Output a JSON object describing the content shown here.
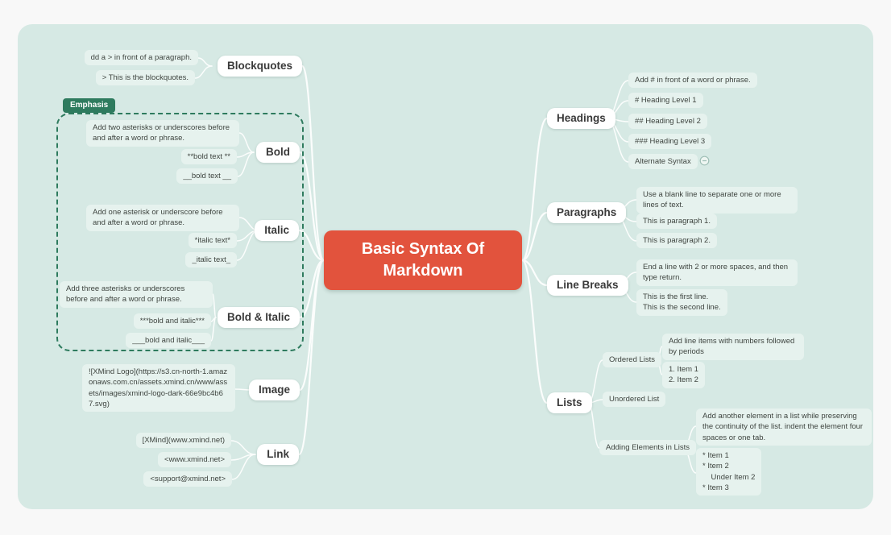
{
  "colors": {
    "page_bg": "#f8f8f8",
    "board_bg": "#d6e9e4",
    "central_bg": "#e2533d",
    "central_text": "#ffffff",
    "boundary_green": "#2e7b5e",
    "connector": "#fbfdfc"
  },
  "central": {
    "label": "Basic Syntax Of Markdown"
  },
  "emphasis": {
    "label": "Emphasis"
  },
  "blockquotes": {
    "label": "Blockquotes",
    "children": [
      "dd a > in front of a paragraph.",
      "> This is the blockquotes."
    ]
  },
  "bold": {
    "label": "Bold",
    "children": [
      "Add two asterisks or underscores before and after a word or phrase.",
      "**bold text **",
      "__bold text __"
    ]
  },
  "italic": {
    "label": "Italic",
    "children": [
      "Add one asterisk or underscore before and after a word or phrase.",
      "*italic text*",
      "_italic text_"
    ]
  },
  "bold_italic": {
    "label": "Bold & Italic",
    "children": [
      "Add three asterisks or underscores before and after a word or phrase.",
      "***bold and italic***",
      "___bold and italic___"
    ]
  },
  "image": {
    "label": "Image",
    "children": [
      "![XMind Logo](https://s3.cn-north-1.amazonaws.com.cn/assets.xmind.cn/www/assets/images/xmind-logo-dark-66e9bc4b67.svg)"
    ]
  },
  "link": {
    "label": "Link",
    "children": [
      "[XMind](www.xmind.net)",
      "<www.xmind.net>",
      "<support@xmind.net>"
    ]
  },
  "headings": {
    "label": "Headings",
    "children": [
      "Add # in front of a word or phrase.",
      "# Heading Level 1",
      "## Heading Level 2",
      "### Heading Level 3",
      "Alternate Syntax"
    ]
  },
  "paragraphs": {
    "label": "Paragraphs",
    "children": [
      "Use a blank line to separate one or more lines of text.",
      "This is paragraph 1.",
      "This is paragraph 2."
    ]
  },
  "line_breaks": {
    "label": "Line Breaks",
    "children": [
      "End a line with 2 or more spaces, and then type return.",
      "This is the first line.\nThis is the second line."
    ]
  },
  "lists": {
    "label": "Lists",
    "ordered": {
      "label": "Ordered Lists",
      "children": [
        "Add line items with numbers followed by periods",
        "1. Item 1\n2. Item 2"
      ]
    },
    "unordered": {
      "label": "Unordered List"
    },
    "adding": {
      "label": "Adding Elements in Lists",
      "children": [
        "Add another element in a list while preserving the continuity of the list. indent the element four spaces or one tab.",
        "* Item 1\n* Item 2\n    Under Item 2\n* Item 3"
      ]
    }
  }
}
